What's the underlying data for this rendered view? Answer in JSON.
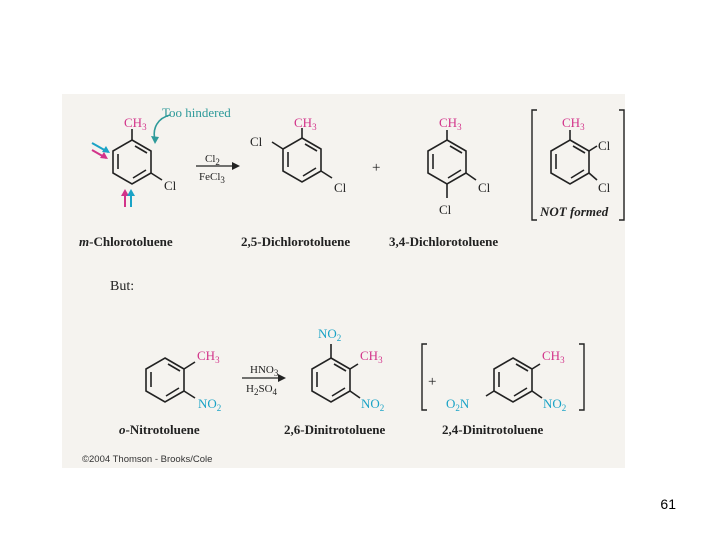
{
  "reaction1": {
    "reactant": {
      "name_prefix": "m",
      "name_rest": "-Chlorotoluene",
      "methyl": "CH",
      "methyl_sub": "3",
      "halogen": "Cl"
    },
    "annotation": "Too hindered",
    "reagent_top": "Cl",
    "reagent_top_sub": "2",
    "reagent_bottom": "FeCl",
    "reagent_bottom_sub": "3",
    "product1": {
      "name": "2,5-Dichlorotoluene",
      "methyl": "CH",
      "methyl_sub": "3",
      "cl_a": "Cl",
      "cl_b": "Cl"
    },
    "plus": "+",
    "product2": {
      "name": "3,4-Dichlorotoluene",
      "methyl": "CH",
      "methyl_sub": "3",
      "cl_a": "Cl",
      "cl_b": "Cl"
    },
    "not_formed": {
      "label": "NOT formed",
      "methyl": "CH",
      "methyl_sub": "3",
      "cl_a": "Cl",
      "cl_b": "Cl"
    }
  },
  "but_label": "But:",
  "reaction2": {
    "reactant": {
      "name_prefix": "o",
      "name_rest": "-Nitrotoluene",
      "methyl": "CH",
      "methyl_sub": "3",
      "nitro": "NO",
      "nitro_sub": "2"
    },
    "reagent_top": "HNO",
    "reagent_top_sub": "3",
    "reagent_bottom": "H",
    "reagent_bottom_sub1": "2",
    "reagent_bottom_mid": "SO",
    "reagent_bottom_sub2": "4",
    "product1": {
      "name": "2,6-Dinitrotoluene",
      "methyl": "CH",
      "methyl_sub": "3",
      "nitro_top": "NO",
      "nitro_top_sub": "2",
      "nitro_bottom": "NO",
      "nitro_bottom_sub": "2"
    },
    "plus": "+",
    "product2": {
      "name": "2,4-Dinitrotoluene",
      "methyl": "CH",
      "methyl_sub": "3",
      "nitro_a": "NO",
      "nitro_a_sub": "2",
      "nitro_b_pre": "O",
      "nitro_b_sub": "2",
      "nitro_b_post": "N"
    }
  },
  "credit": "©2004 Thomson - Brooks/Cole",
  "page_number": "61",
  "colors": {
    "methyl": "#d2338a",
    "nitro": "#1aa3c6",
    "annotation": "#2e9a9a",
    "panel": "#f5f3ef"
  }
}
